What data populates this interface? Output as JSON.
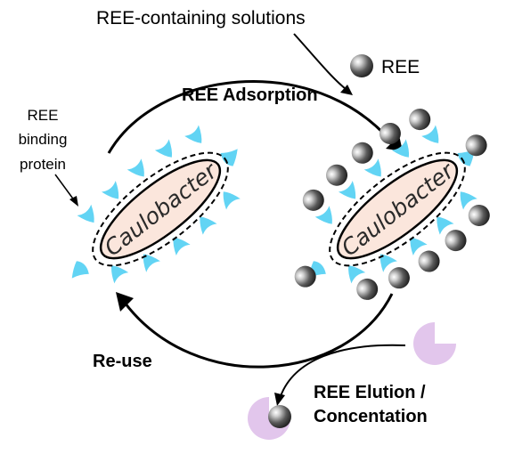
{
  "labels": {
    "solutions": "REE-containing solutions",
    "ree_legend": "REE",
    "adsorption": "REE Adsorption",
    "binding_protein_line1": "REE",
    "binding_protein_line2": "binding",
    "binding_protein_line3": "protein",
    "cell_left": "Caulobacter",
    "cell_right": "Caulobacter",
    "reuse": "Re-use",
    "elution_line1": "REE Elution /",
    "elution_line2": "Concentation"
  },
  "colors": {
    "cell_fill": "#fbe6dc",
    "protein": "#62d4f4",
    "elution_shape": "#e2c6ec",
    "arrow": "#000000"
  }
}
